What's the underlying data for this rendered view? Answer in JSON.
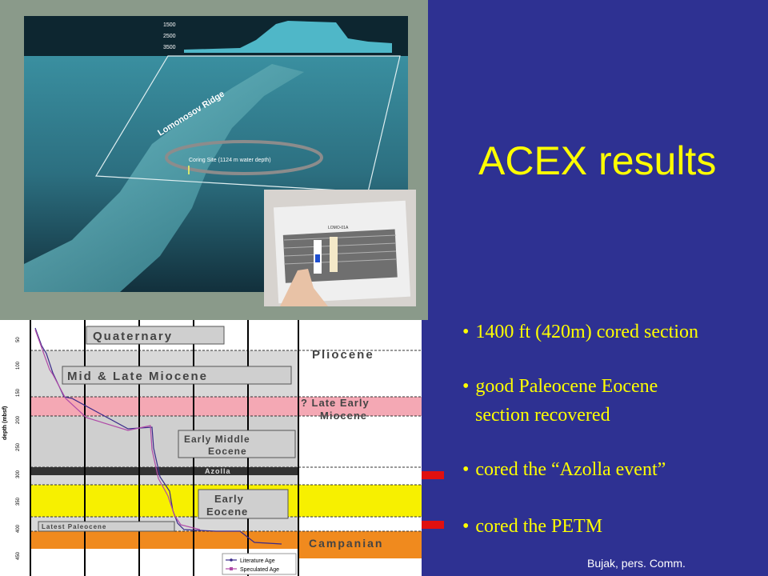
{
  "slide": {
    "title": "ACEX results",
    "bullets": [
      "1400 ft (420m) cored section",
      "good Paleocene Eocene",
      "section recovered",
      "cored the “Azolla event”",
      "cored the PETM"
    ],
    "credit": "Bujak, pers. Comm.",
    "title_color": "#ffff00",
    "background_color": "#2e3192",
    "arrow_color": "#e01010"
  },
  "map": {
    "profile_depths": [
      "1500",
      "2500",
      "3500"
    ],
    "ridge_label": "Lomonosov Ridge",
    "site_label": "Coring Site (1124 m water depth)",
    "seismic_label": "LOMO-01A"
  },
  "stratigraphy": {
    "y_axis_label": "depth (mbsf)",
    "depth_ticks": [
      "50",
      "100",
      "150",
      "200",
      "250",
      "300",
      "350",
      "400",
      "450"
    ],
    "units": [
      "Quaternary",
      "Pliocene",
      "Mid & Late Miocene",
      "? Late Early",
      "Miocene",
      "Early Middle",
      "Eocene",
      "Azolla",
      "Early",
      "Eocene",
      "Latest Paleocene",
      "Campanian"
    ],
    "legend": [
      "Literature Age",
      "Speculated Age"
    ]
  }
}
